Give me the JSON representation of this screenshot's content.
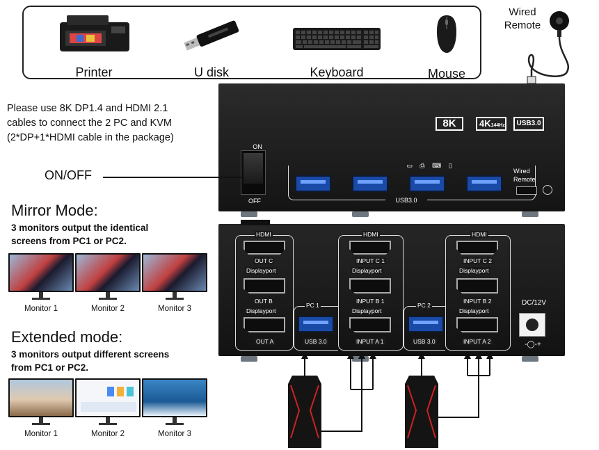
{
  "devices": {
    "printer": "Printer",
    "udisk": "U disk",
    "keyboard": "Keyboard",
    "mouse": "Mouse"
  },
  "remote": {
    "label_line1": "Wired",
    "label_line2": "Remote"
  },
  "instructions": {
    "line1": "Please use 8K DP1.4 and HDMI 2.1",
    "line2": "cables to connect the 2 PC and KVM",
    "line3": "(2*DP+1*HDMI cable in the package)"
  },
  "power": {
    "label": "ON/OFF",
    "switch_on": "ON",
    "switch_off": "OFF"
  },
  "badges": {
    "eightk": "8K",
    "fourk": "4K",
    "fourk_sub": "144Hz",
    "usb": "USB3.0"
  },
  "front_panel": {
    "usb_label": "USB3.0",
    "wired_remote_line1": "Wired",
    "wired_remote_line2": "Remote"
  },
  "mirror_mode": {
    "title": "Mirror Mode:",
    "desc_line1": "3 monitors output the identical",
    "desc_line2": "screens from PC1 or PC2.",
    "monitors": [
      "Monitor 1",
      "Monitor 2",
      "Monitor 3"
    ]
  },
  "extended_mode": {
    "title": "Extended mode:",
    "desc_line1": "3 monitors output different screens",
    "desc_line2": "from PC1 or PC2.",
    "monitors": [
      "Monitor 1",
      "Monitor 2",
      "Monitor 3"
    ]
  },
  "back_panel": {
    "out": {
      "hdmi": "HDMI",
      "out_c": "OUT C",
      "dp1": "Displayport",
      "out_b": "OUT B",
      "dp2": "Displayport",
      "out_a": "OUT A"
    },
    "pc1": {
      "pc": "PC 1",
      "usb": "USB 3.0",
      "hdmi": "HDMI",
      "in_c": "INPUT C 1",
      "dp1": "Displayport",
      "in_b": "INPUT B 1",
      "dp2": "Displayport",
      "in_a": "INPUT A 1"
    },
    "pc2": {
      "pc": "PC 2",
      "usb": "USB 3.0",
      "hdmi": "HDMI",
      "in_c": "INPUT C 2",
      "dp1": "Displayport",
      "in_b": "INPUT B 2",
      "dp2": "Displayport",
      "in_a": "INPUT A 2"
    },
    "dc": "DC/12V"
  }
}
